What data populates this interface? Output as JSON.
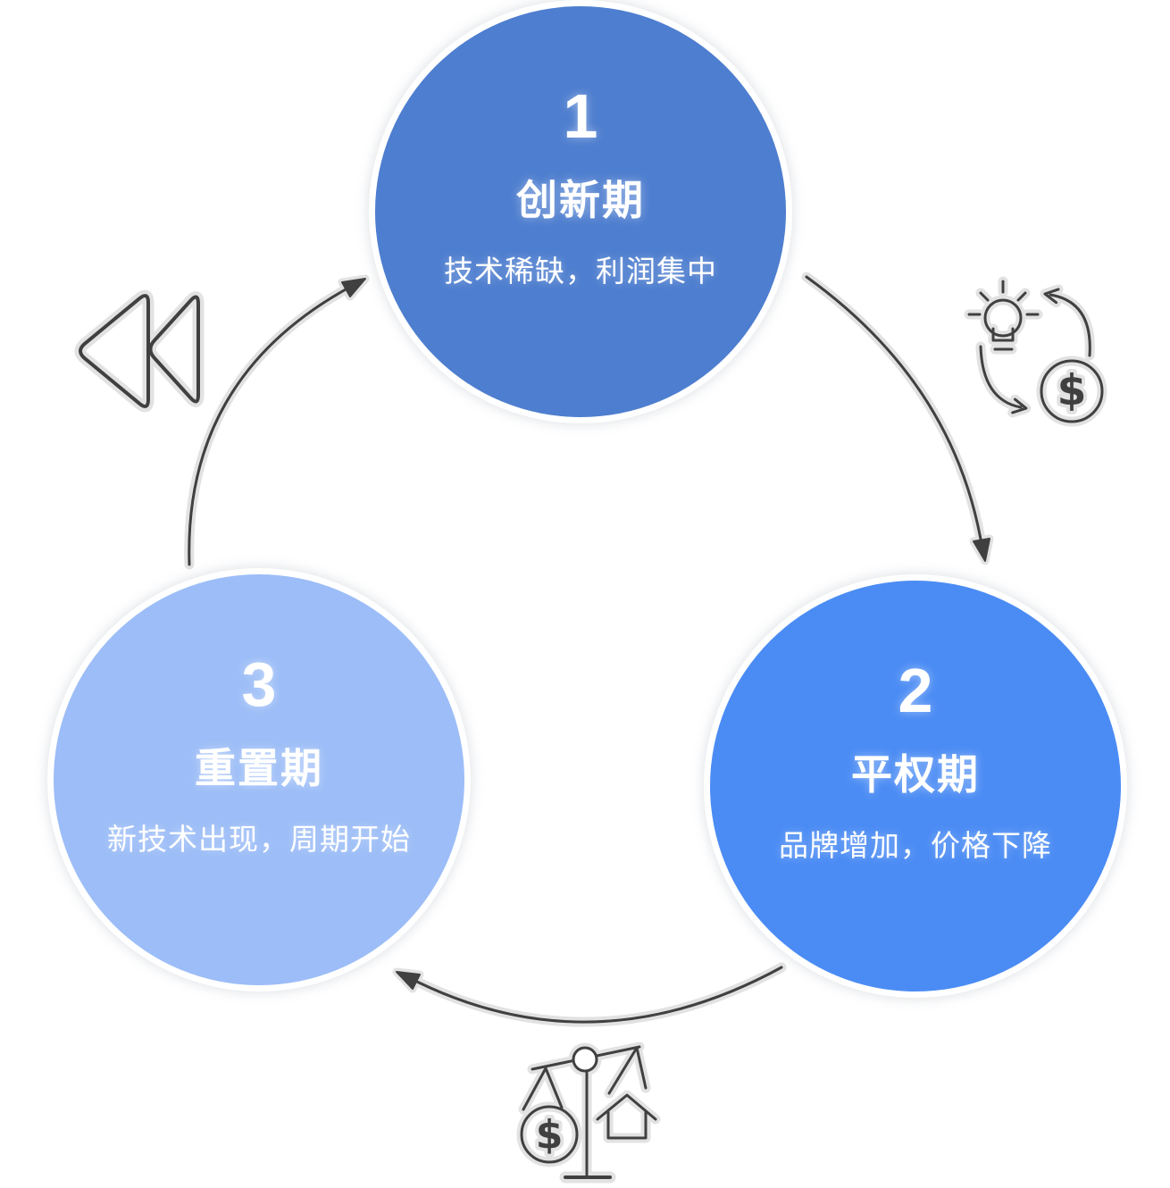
{
  "canvas": {
    "background": "#ffffff"
  },
  "palette": {
    "ink": "#404040",
    "halo": "#e2e2e2",
    "stage1": "#4e7ecf",
    "stage2": "#4b8cf4",
    "stage3": "#9cbdf7",
    "text": "#ffffff"
  },
  "cycle": {
    "stages": [
      {
        "number": "1",
        "title": "创新期",
        "subtitle": "技术稀缺，利润集中"
      },
      {
        "number": "2",
        "title": "平权期",
        "subtitle": "品牌增加，价格下降"
      },
      {
        "number": "3",
        "title": "重置期",
        "subtitle": "新技术出现，周期开始"
      }
    ],
    "dollar_sign": "$",
    "arrows": [
      "stage1-to-stage2",
      "stage2-to-stage3",
      "stage3-to-stage1"
    ],
    "icons": [
      "rewind-icon",
      "idea-to-money-icon",
      "balance-scale-icon"
    ]
  }
}
